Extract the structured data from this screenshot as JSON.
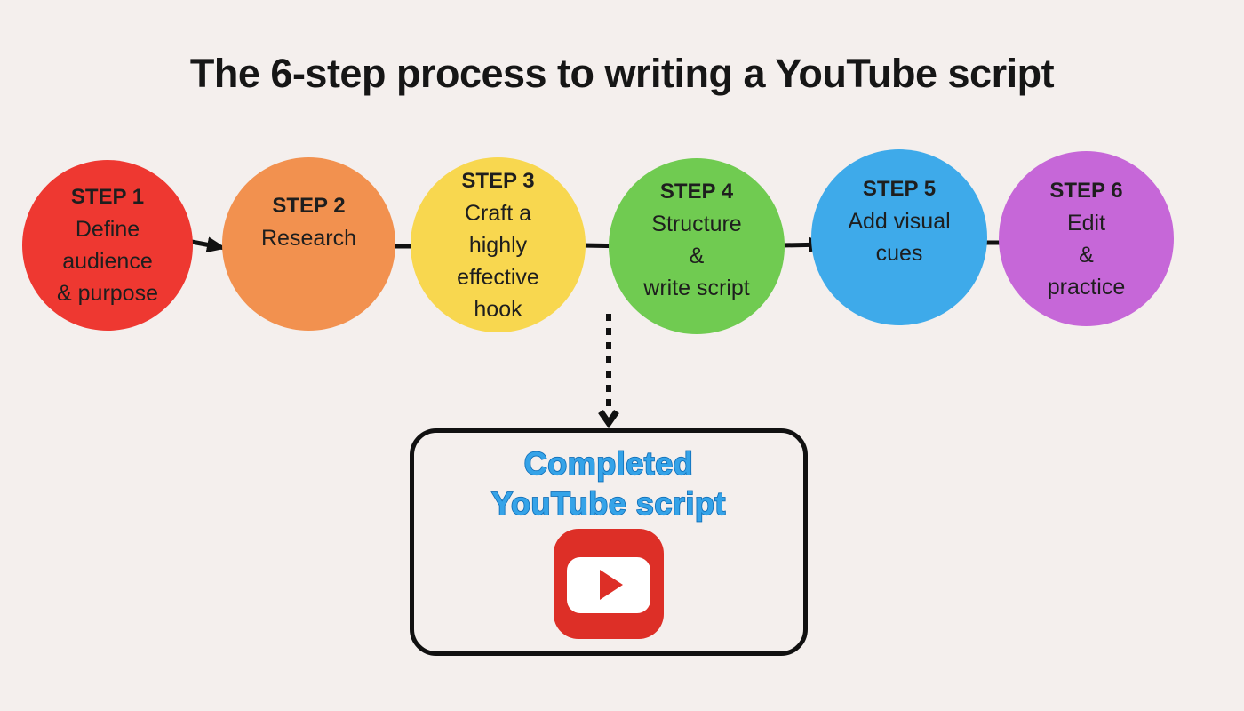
{
  "page": {
    "background": "#f4efed",
    "title": "The 6-step process to writing a YouTube script",
    "text_color": "#161616"
  },
  "steps": [
    {
      "label": "STEP 1",
      "text": "Define\naudience\n& purpose",
      "color": "#ee3831"
    },
    {
      "label": "STEP 2",
      "text": "Research",
      "color": "#f2914f"
    },
    {
      "label": "STEP 3",
      "text": "Craft a\nhighly\neffective\nhook",
      "color": "#f8d74f"
    },
    {
      "label": "STEP 4",
      "text": "Structure\n&\nwrite script",
      "color": "#70cb51"
    },
    {
      "label": "STEP 5",
      "text": "Add visual\ncues",
      "color": "#3eaaea"
    },
    {
      "label": "STEP 6",
      "text": "Edit\n&\npractice",
      "color": "#c667d8"
    }
  ],
  "connectors": {
    "color": "#111111",
    "solid_arrows": [
      "step-1-to-step-2",
      "step-2-to-step-3",
      "step-3-to-step-4",
      "step-4-to-step-5",
      "step-5-to-step-6"
    ],
    "dashed_arrow": "step-4-to-completed-script"
  },
  "result": {
    "title": "Completed\nYouTube script",
    "title_color": "#35a3e8",
    "title_outline_color": "#0e6eb8",
    "border_color": "#111111",
    "icon": "youtube-play-icon",
    "icon_color": "#dd2f27"
  }
}
